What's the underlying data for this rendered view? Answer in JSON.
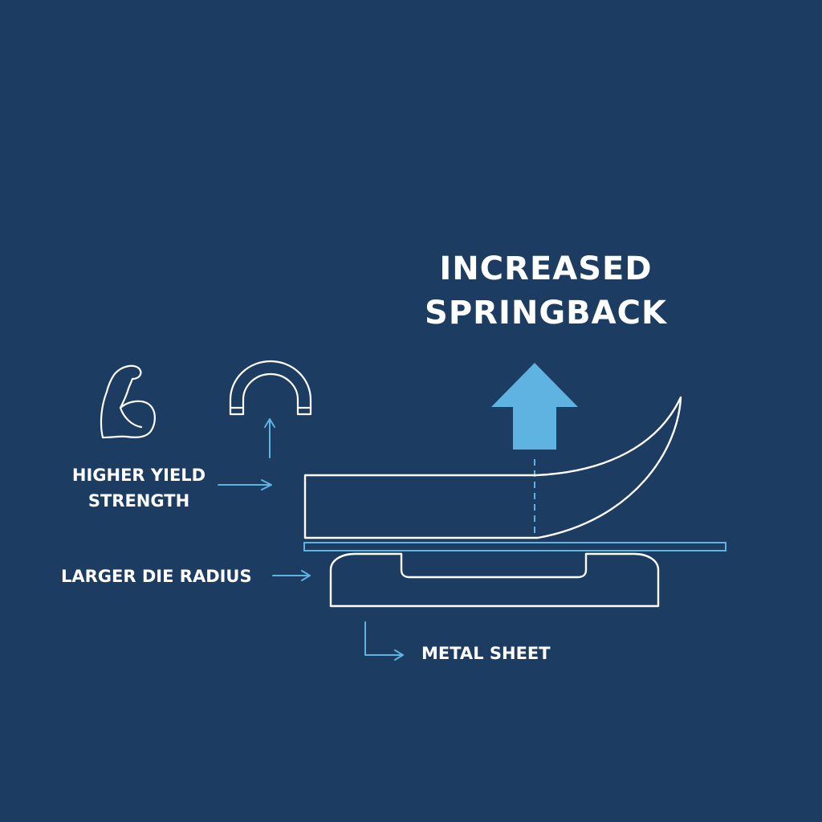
{
  "title": {
    "line1": "INCREASED",
    "line2": "SPRINGBACK"
  },
  "labels": {
    "yield_line1": "HIGHER YIELD",
    "yield_line2": "STRENGTH",
    "die_radius": "LARGER DIE RADIUS",
    "metal_sheet": "METAL SHEET"
  },
  "colors": {
    "background": "#1d3c62",
    "line": "#ffffff",
    "accent": "#5fb3e0"
  },
  "icons": {
    "strength": "flexed-arm-icon",
    "radius": "die-radius-arch-icon"
  }
}
